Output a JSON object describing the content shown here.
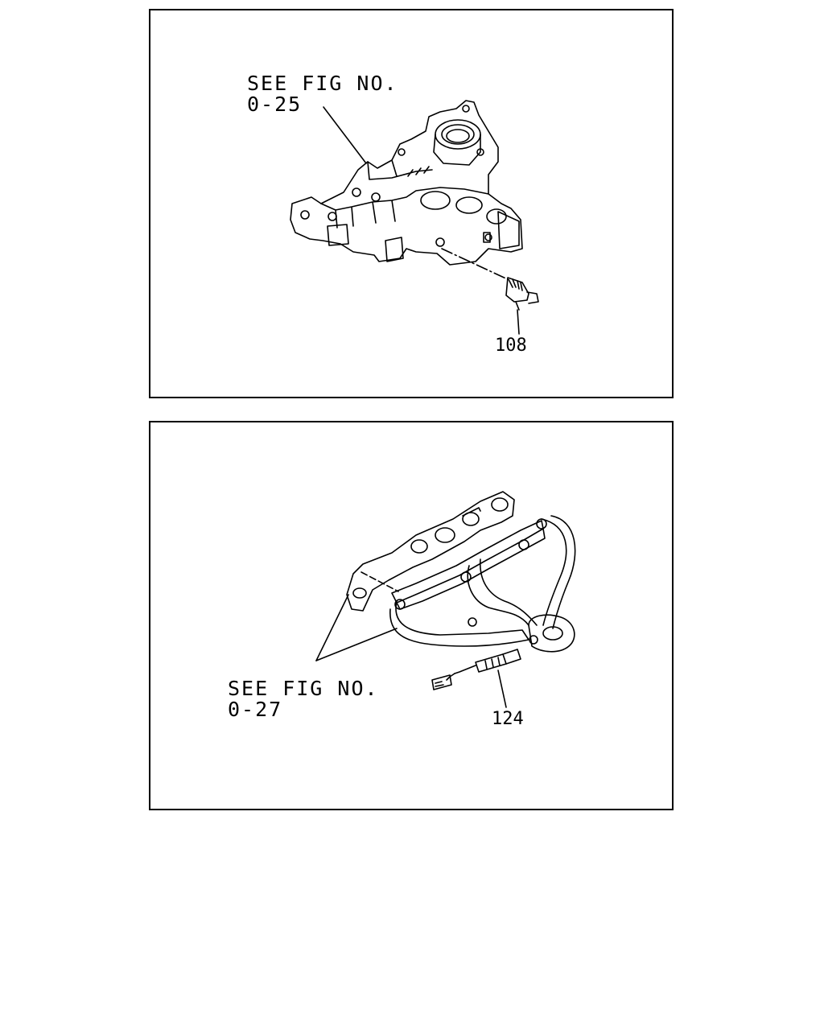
{
  "colors": {
    "ink": "#000000",
    "paper": "#ffffff"
  },
  "top_panel": {
    "reference_line1": "SEE FIG NO.",
    "reference_line2": "0-25",
    "part_number": "108"
  },
  "bottom_panel": {
    "reference_line1": "SEE FIG NO.",
    "reference_line2": "0-27",
    "part_number": "124"
  }
}
